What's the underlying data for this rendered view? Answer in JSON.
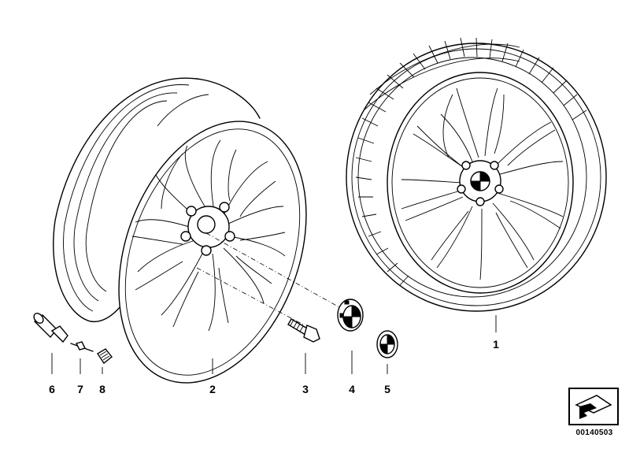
{
  "parts": [
    {
      "num": "1",
      "name": "complete-wheel"
    },
    {
      "num": "2",
      "name": "light-alloy-rim"
    },
    {
      "num": "3",
      "name": "wheel-bolt"
    },
    {
      "num": "4",
      "name": "hub-cap"
    },
    {
      "num": "5",
      "name": "emblem"
    },
    {
      "num": "6",
      "name": "valve"
    },
    {
      "num": "7",
      "name": "valve-insert"
    },
    {
      "num": "8",
      "name": "valve-cap"
    }
  ],
  "diagram_id": "00140503",
  "icons": {
    "nav": "arrow-icon"
  }
}
